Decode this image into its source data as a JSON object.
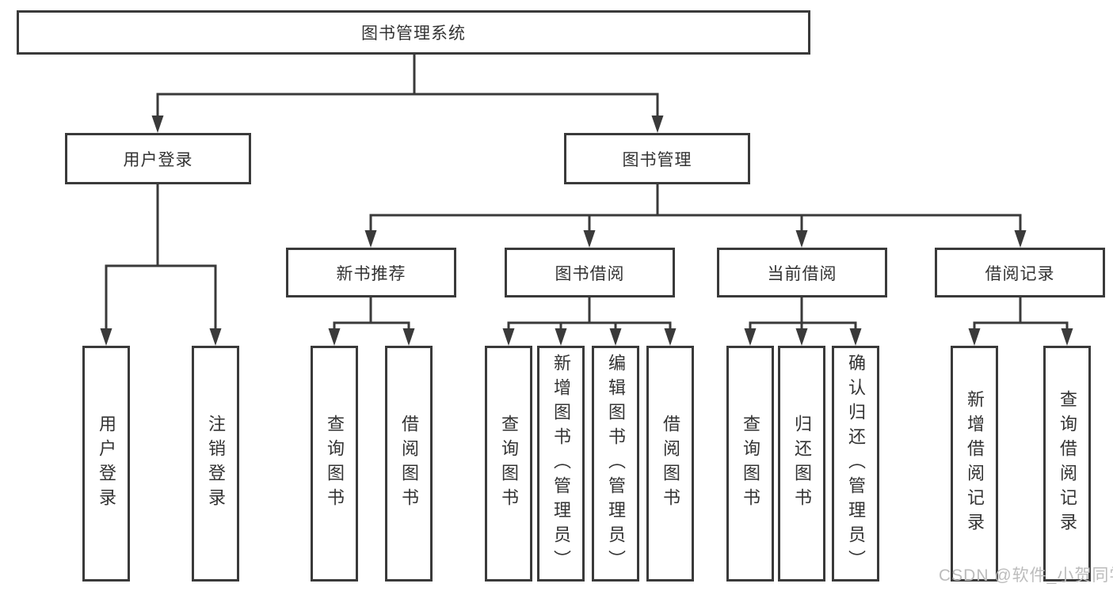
{
  "root": {
    "label": "图书管理系统"
  },
  "level2": {
    "user_login": {
      "label": "用户登录"
    },
    "book_mgmt": {
      "label": "图书管理"
    }
  },
  "level3": {
    "new_books": {
      "label": "新书推荐"
    },
    "book_borrow": {
      "label": "图书借阅"
    },
    "current_borrow": {
      "label": "当前借阅"
    },
    "borrow_records": {
      "label": "借阅记录"
    }
  },
  "leaves": {
    "user_login": "用户登录",
    "logout": "注销登录",
    "nb_query_books": "查询图书",
    "nb_borrow_books": "借阅图书",
    "bb_query_books": "查询图书",
    "bb_add_books_admin": "新增图书（管理员）",
    "bb_edit_books_admin": "编辑图书（管理员）",
    "bb_borrow_books": "借阅图书",
    "cb_query_books": "查询图书",
    "cb_return_books": "归还图书",
    "cb_confirm_return_admin": "确认归还（管理员）",
    "br_add_record": "新增借阅记录",
    "br_query_record": "查询借阅记录"
  },
  "watermark": "CSDN @软件_小贺同学",
  "colors": {
    "line": "#3a3a3a",
    "box_border": "#3a3a3a",
    "text": "#333333",
    "watermark": "#bcbcbc",
    "background": "#ffffff"
  }
}
